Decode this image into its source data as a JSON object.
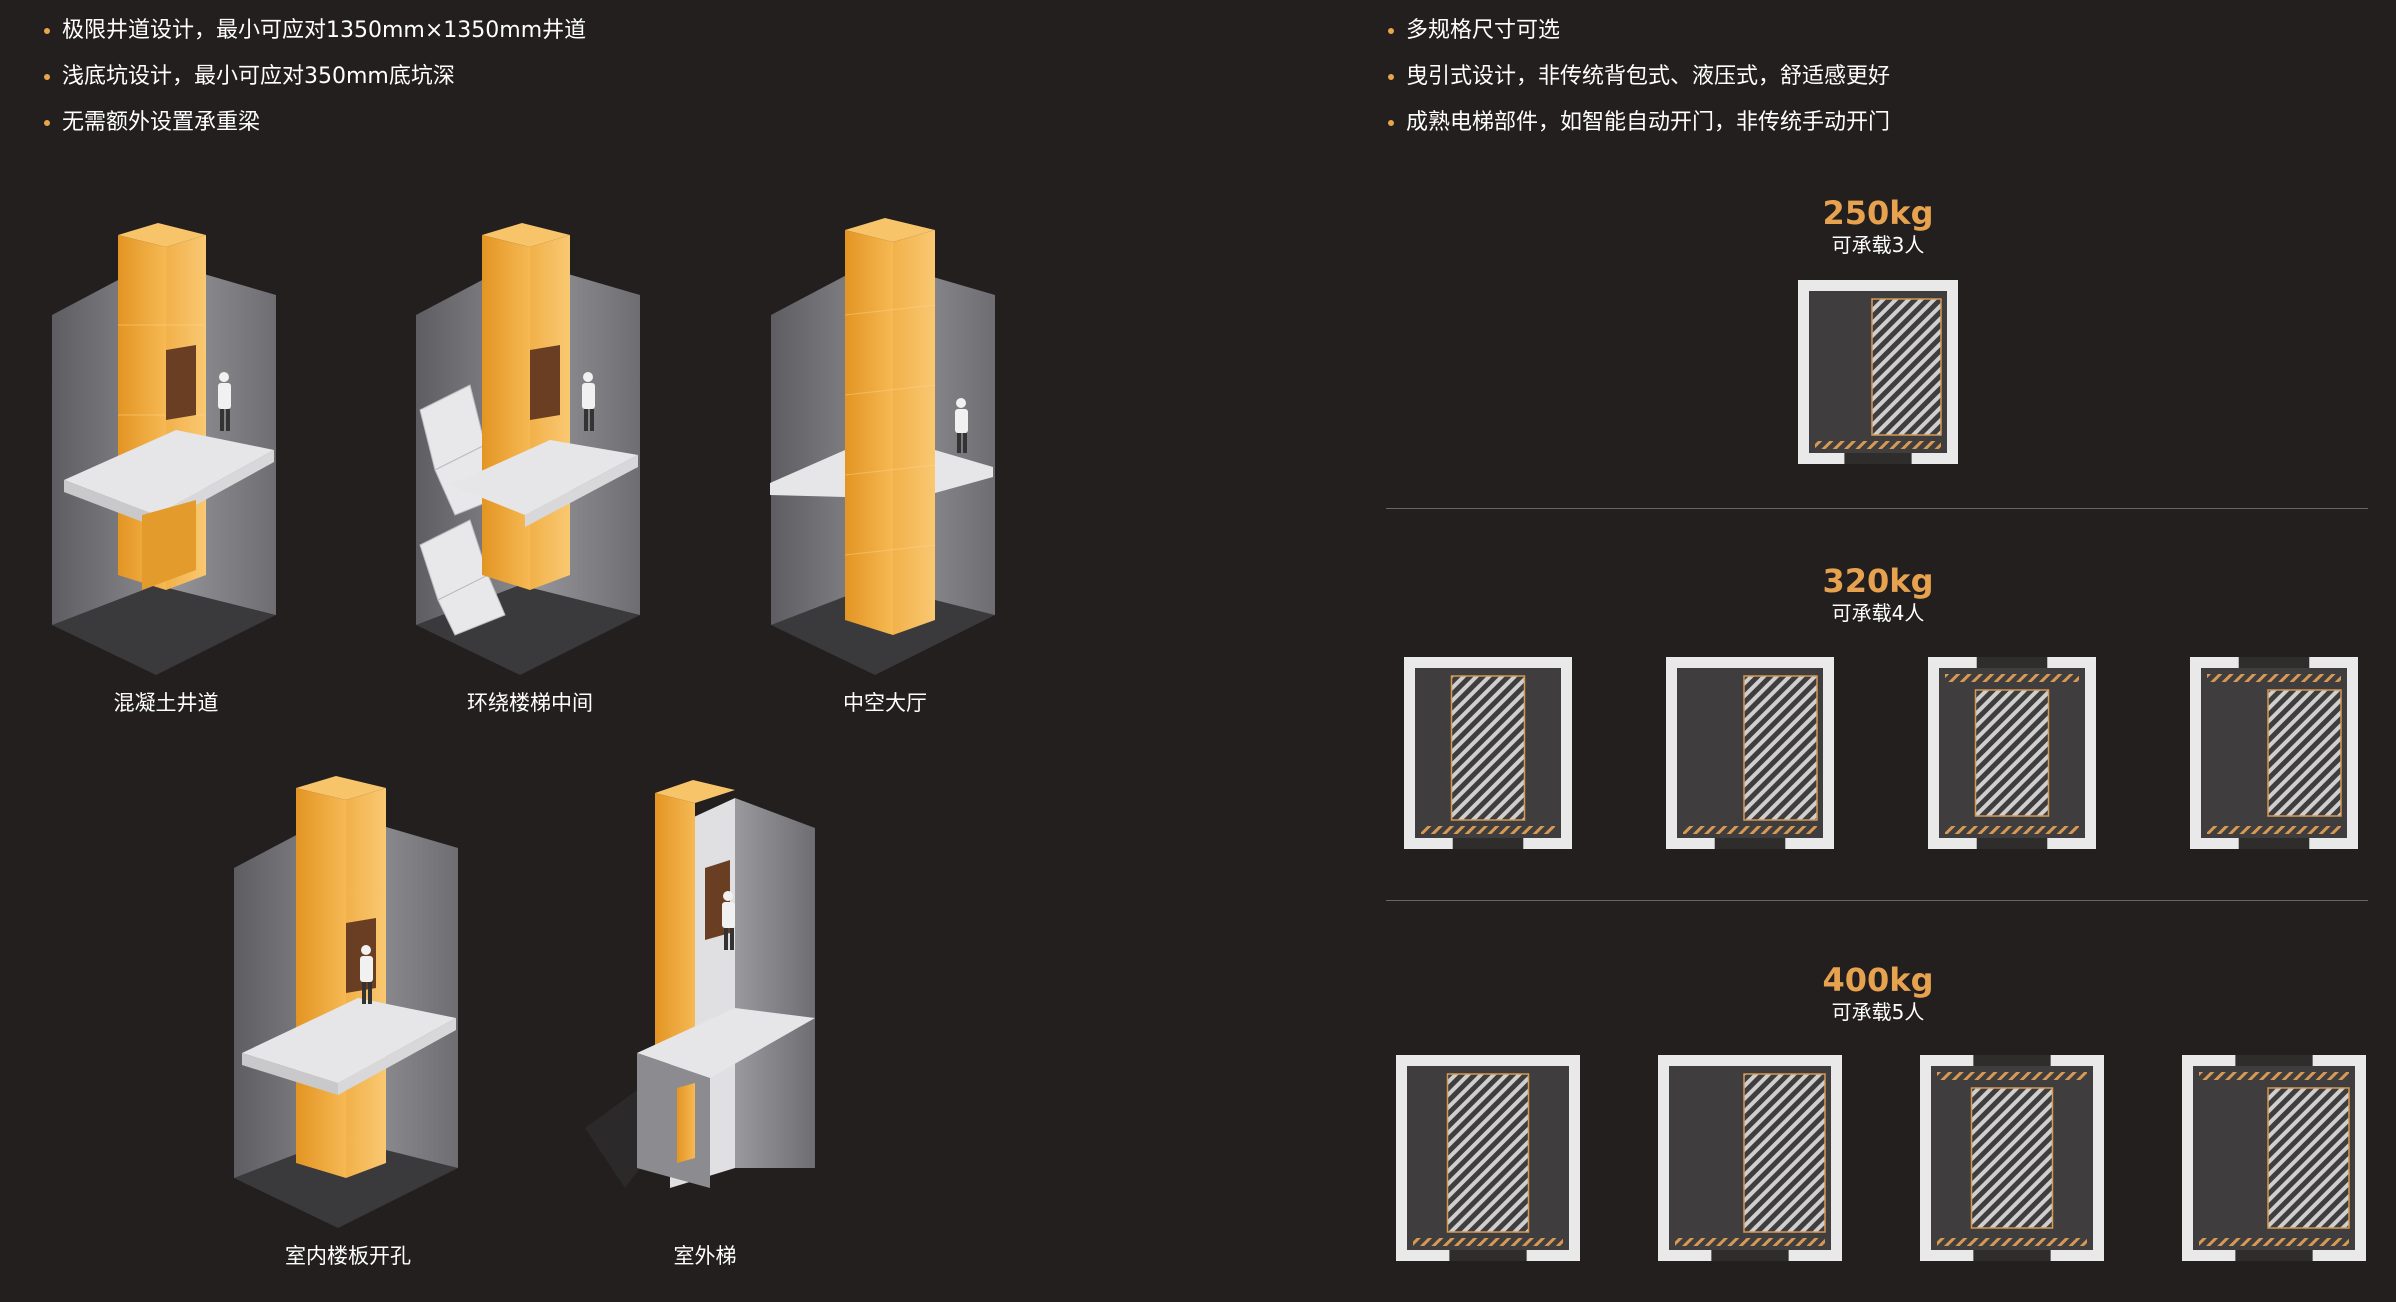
{
  "features_left": [
    "极限井道设计，最小可应对1350mm×1350mm井道",
    "浅底坑设计，最小可应对350mm底坑深",
    "无需额外设置承重梁"
  ],
  "features_right": [
    "多规格尺寸可选",
    "曳引式设计，非传统背包式、液压式，舒适感更好",
    "成熟电梯部件，如智能自动开门，非传统手动开门"
  ],
  "scenarios": [
    {
      "label": "混凝土井道",
      "variant": "concrete"
    },
    {
      "label": "环绕楼梯中间",
      "variant": "stairs"
    },
    {
      "label": "中空大厅",
      "variant": "atrium"
    },
    {
      "label": "室内楼板开孔",
      "variant": "floor-opening"
    },
    {
      "label": "室外梯",
      "variant": "outdoor"
    }
  ],
  "capacities": [
    {
      "weight": "250kg",
      "persons": "可承载3人",
      "layouts": [
        "single-door-right"
      ]
    },
    {
      "weight": "320kg",
      "persons": "可承载4人",
      "layouts": [
        "single-door-center",
        "single-door-right",
        "through-door-center",
        "through-door-right"
      ]
    },
    {
      "weight": "400kg",
      "persons": "可承载5人",
      "layouts": [
        "single-door-center",
        "single-door-right",
        "through-door-center",
        "through-door-right"
      ]
    }
  ],
  "colors": {
    "background": "#231f1f",
    "accent": "#e7a24f",
    "shaft_gold": "#f0a93a",
    "wall_gray": "#6b6b6f",
    "floor_slab": "#e4e4e6",
    "plan_frame": "#e9e9ea",
    "plan_fill": "#3f3d3d"
  }
}
